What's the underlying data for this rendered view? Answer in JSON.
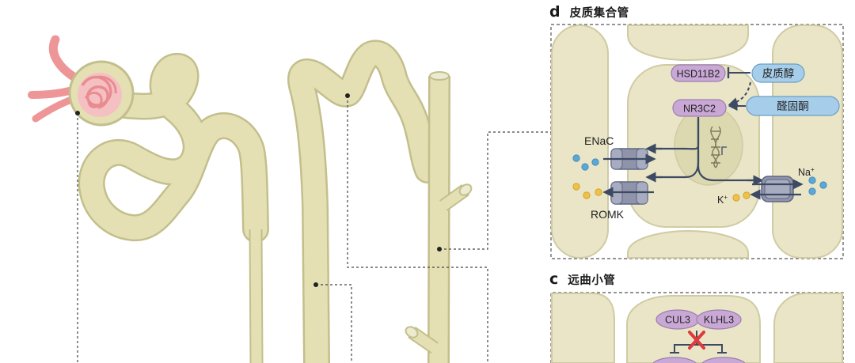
{
  "panel_d": {
    "letter": "d",
    "title": "皮质集合管",
    "labels": {
      "hsd11b2": "HSD11B2",
      "cortisol": "皮质醇",
      "nr3c2": "NR3C2",
      "aldosterone": "醛固酮",
      "enac": "ENaC",
      "romk": "ROMK",
      "na": "Na",
      "na_sup": "+",
      "k": "K",
      "k_sup": "+"
    }
  },
  "panel_c": {
    "letter": "c",
    "title": "远曲小管",
    "labels": {
      "cul3": "CUL3",
      "klhl3": "KLHL3"
    }
  },
  "colors": {
    "tubule_fill": "#e4e0b4",
    "tubule_stroke": "#c3bf8c",
    "glomerulus": "#f2a2a6",
    "vessel": "#ee9598",
    "purple_pill": "#c9a8d6",
    "blue_pill": "#a6cdea",
    "arrow": "#3d4a63",
    "sodium_dot": "#5aa7d8",
    "potassium_dot": "#f0c146",
    "cross": "#e0393e"
  }
}
